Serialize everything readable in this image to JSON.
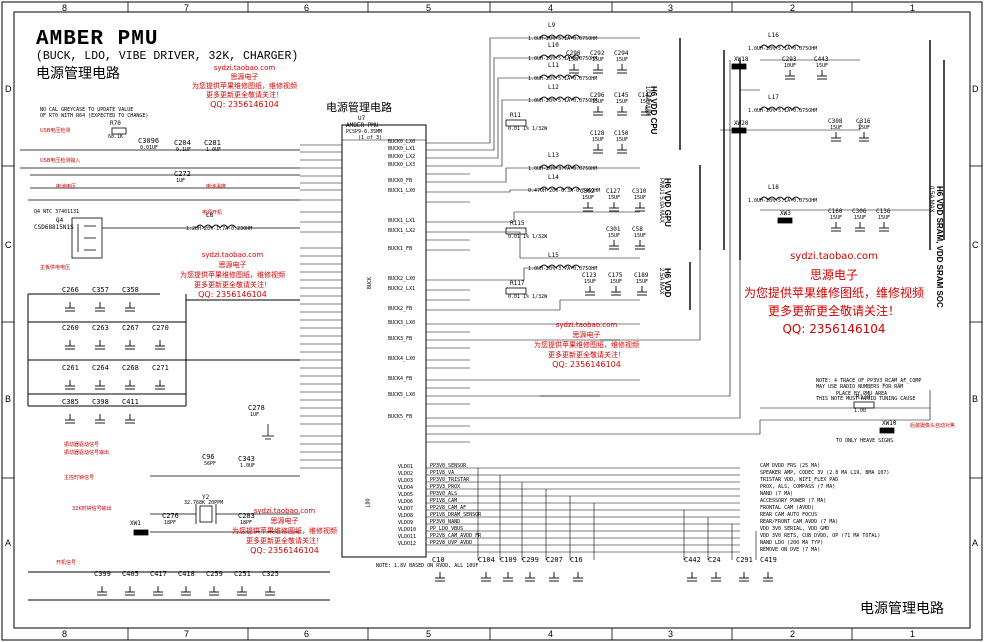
{
  "title": {
    "main": "AMBER PMU",
    "subtitle": "(BUCK, LDO, VIBE DRIVER, 32K, CHARGER)",
    "cn_label": "电源管理电路",
    "cn_footer": "电源管理电路",
    "chip_cn": "电源管理电路"
  },
  "grid": {
    "cols_top": [
      "8",
      "7",
      "6",
      "5",
      "4",
      "3",
      "2",
      "1"
    ],
    "cols_bottom": [
      "8",
      "7",
      "6",
      "5",
      "4",
      "3",
      "2",
      "1"
    ],
    "rows_left": [
      "D",
      "C",
      "B",
      "A"
    ],
    "rows_right": [
      "D",
      "C",
      "B",
      "A"
    ]
  },
  "chip": {
    "ref": "U7",
    "part": "AMBER-PMU",
    "pkg": "PCSP9-0.35MM",
    "sheet": "(1 of 3)",
    "side_buck": "BUCK",
    "side_ldo": "LDO"
  },
  "watermarks": [
    {
      "id": "wm1",
      "site": "sydzi.taobao.com",
      "name": "思源电子",
      "line1": "为您提供苹果维修图纸，维修视频",
      "line2": "更多更新更全敬请关注！",
      "qq": "QQ: 2356146104"
    },
    {
      "id": "wm2",
      "site": "sydzi.taobao.com",
      "name": "思源电子",
      "line1": "为您提供苹果维修图纸，维修视频",
      "line2": "更多更新更全敬请关注！",
      "qq": "QQ: 2356146104"
    },
    {
      "id": "wm3",
      "site": "sydzi.taobao.com",
      "name": "思源电子",
      "line1": "为您提供苹果维修图纸，维修视频",
      "line2": "更多更新更全敬请关注！",
      "qq": "QQ: 2356146104"
    },
    {
      "id": "wm4",
      "site": "sydzi.taobao.com",
      "name": "思源电子",
      "line1": "为您提供苹果维修图纸，维修视频",
      "line2": "更多更新更全敬请关注！",
      "qq": "QQ: 2356146104"
    },
    {
      "id": "wm5",
      "site": "sydzi.taobao.com",
      "name": "思源电子",
      "line1": "为您提供苹果维修图纸，维修视频",
      "line2": "更多更新更全敬请关注！",
      "qq": "QQ: 2356146104"
    }
  ],
  "rails": {
    "cpu": "H6 VDD CPU",
    "cpu_max": "10.8A MAX",
    "gpu": "H6 VDD GPU",
    "gpu_max": "PMU1 5.0A MAX",
    "vdd": "H6 VDD",
    "vdd_max": "2.5A MAX",
    "sram": "H6 VDD SRAM, VDD SRAM SOC",
    "sram_max": "0.5A MAX"
  },
  "inductors": [
    {
      "ref": "L9",
      "val": "1.0UH-20%-5.1A-0.075OHM"
    },
    {
      "ref": "L10",
      "val": "1.0UH-20%-5.1A-0.075OHM"
    },
    {
      "ref": "L11",
      "val": "1.0UH-20%-5.1A-0.075OHM"
    },
    {
      "ref": "L12",
      "val": "1.0UH-20%-5.1A-0.075OHM"
    },
    {
      "ref": "L13",
      "val": "1.0UH-20%-3.7A-0.075OHM"
    },
    {
      "ref": "L14",
      "val": "0.47UH-20%-6.3A-0.046OHM"
    },
    {
      "ref": "L15",
      "val": "1.0UH-20%-3.7A-0.075OHM"
    },
    {
      "ref": "L16",
      "val": "1.0UH-20%-5.1A-0.075OHM"
    },
    {
      "ref": "L17",
      "val": "1.0UH-20%-5.1A-0.075OHM"
    },
    {
      "ref": "L18",
      "val": "1.0UH-20%-5.1A-0.075OHM"
    },
    {
      "ref": "L8",
      "val": "1.2UH-20%-1.7A-0.23OHM"
    }
  ],
  "ferrites": [
    {
      "ref": "XW18"
    },
    {
      "ref": "XW20"
    },
    {
      "ref": "XW3"
    },
    {
      "ref": "XW1"
    },
    {
      "ref": "XW10"
    }
  ],
  "resistors": [
    {
      "ref": "R11",
      "val": "0.01 1% 1/32W"
    },
    {
      "ref": "R115",
      "val": "0.01 1% 1/32W"
    },
    {
      "ref": "R117",
      "val": "0.01 1% 1/32W"
    },
    {
      "ref": "R119",
      "val": "1.00"
    },
    {
      "ref": "R70",
      "val": "68.1K"
    }
  ],
  "q4": {
    "ref": "Q4",
    "part": "CSD68815N1S",
    "note": "Q4 NTC 37401131"
  },
  "y2": {
    "ref": "Y2",
    "val": "32.768K 20PPM"
  },
  "caps_right_top": [
    {
      "ref": "C290",
      "val": "15UF"
    },
    {
      "ref": "C292",
      "val": "15UF"
    },
    {
      "ref": "C294",
      "val": "15UF"
    },
    {
      "ref": "C293",
      "val": "10UF"
    },
    {
      "ref": "C443",
      "val": "15UF"
    },
    {
      "ref": "C296",
      "val": "15UF"
    },
    {
      "ref": "C145",
      "val": "15UF"
    },
    {
      "ref": "C142",
      "val": "15UF"
    },
    {
      "ref": "C128",
      "val": "15UF"
    },
    {
      "ref": "C150",
      "val": "15UF"
    },
    {
      "ref": "C308",
      "val": "15UF"
    },
    {
      "ref": "C316",
      "val": "15UF"
    }
  ],
  "caps_right_mid": [
    {
      "ref": "C302",
      "val": "15UF"
    },
    {
      "ref": "C127",
      "val": "15UF"
    },
    {
      "ref": "C310",
      "val": "15UF"
    },
    {
      "ref": "C301",
      "val": "15UF"
    },
    {
      "ref": "C58",
      "val": "15UF"
    },
    {
      "ref": "C123",
      "val": "15UF"
    },
    {
      "ref": "C175",
      "val": "15UF"
    },
    {
      "ref": "C189",
      "val": "15UF"
    },
    {
      "ref": "C160",
      "val": "15UF"
    },
    {
      "ref": "C306",
      "val": "15UF"
    },
    {
      "ref": "C136",
      "val": "15UF"
    }
  ],
  "caps_left_grid": [
    [
      "C266",
      "C357",
      "C358"
    ],
    [
      "C260",
      "C263",
      "C267",
      "C270"
    ],
    [
      "C261",
      "C264",
      "C268",
      "C271"
    ],
    [
      "C385",
      "C398",
      "C411"
    ]
  ],
  "caps_left_misc": [
    {
      "ref": "C3096",
      "val": "0.01UF"
    },
    {
      "ref": "C204",
      "val": "0.1UF"
    },
    {
      "ref": "C281",
      "val": "1.0UF"
    },
    {
      "ref": "C272",
      "val": "1UF"
    },
    {
      "ref": "C278",
      "val": "1UF"
    },
    {
      "ref": "C96",
      "val": "56PF"
    },
    {
      "ref": "C343",
      "val": "1.0UF"
    },
    {
      "ref": "C276",
      "val": "18PF"
    },
    {
      "ref": "C283",
      "val": "18PF"
    }
  ],
  "caps_bottom_left": [
    "C399",
    "C405",
    "C417",
    "C418",
    "C259",
    "C251",
    "C325"
  ],
  "caps_bottom_mid": [
    "C10",
    "C104",
    "C109",
    "C299",
    "C207",
    "C16"
  ],
  "caps_bottom_right": [
    "C442",
    "C24",
    "C291",
    "C419"
  ],
  "left_notes": [
    "NO CAL GREYCASE TO UPDATE VALUE",
    "OF R70 WITH R64 (EXPECTED TO CHANGE)",
    "USB电压检测",
    "USB电压检测输入",
    "电池电压",
    "电池温度",
    "电源开机",
    "振动器驱动信号",
    "振动器驱动信号输出",
    "主控时钟信号",
    "32K时钟信号输出",
    "主板供电电压",
    "开机信号"
  ],
  "buck_pins": [
    "BUCK0_LX0",
    "BUCK0_LX1",
    "BUCK0_LX2",
    "BUCK0_LX3",
    "BUCK0_FB",
    "BUCK1_LX0",
    "BUCK1_LX1",
    "BUCK1_LX2",
    "BUCK1_FB",
    "BUCK2_LX0",
    "BUCK2_LX1",
    "BUCK2_FB",
    "BUCK3_LX0",
    "BUCK3_FB",
    "BUCK4_LX0",
    "BUCK4_FB",
    "BUCK5_LX0",
    "BUCK5_FB"
  ],
  "ldo_pins": [
    "VLDO1",
    "VLDO2",
    "VLDO3",
    "VLDO4",
    "VLDO5",
    "VLDO6",
    "VLDO7",
    "VLDO8",
    "VLDO9",
    "VLDO10",
    "VLDO11",
    "VLDO12"
  ],
  "ldo_outputs": [
    "PP3V0_SENSOR",
    "PP1V8_VA",
    "PP3V0_TRISTAR",
    "PP3V3_PROX",
    "PP3V0_ALS",
    "PP1V8_CAM",
    "PP2V8_CAM_AF",
    "PP1V8_DRAM_SENSOR",
    "PP3V0_NAND",
    "PP_LDO_VBUS",
    "PP2V8_CAM_AVDD_FR",
    "PP2V8_UVP_AVDD"
  ],
  "ldo_notes": [
    "CAM DVDD FRS (25 MA)",
    "SPEAKER AMP, CODEC 3V (2.8 MA L19, BMA 107)",
    "TRISTAR VDD, WIFI_FLEX PAD",
    "PROX, ALS, COMPASS (7 MA)",
    "NAND (7 MA)",
    "ACCESSORY POWER (7 MA)",
    "FRONTAL CAM (AVDD)",
    "REAR CAM AUTO FOCUS",
    "REAR/FRONT CAM AVDD (7 MA)",
    "VDD 3V0 SERIAL, VDD_GMD",
    "VDD 3V0 RETS, CUB DVDD, OP (71 MA TOTAL)",
    "NAND LDO (200 MA TYP)",
    "REMOVE ON DVE (7 MA)"
  ],
  "right_notes": [
    "NOTE: 4 TRACE OF PP3V3_RCAM_AF_COMP",
    "MAY USE RADIO NUMBERS FOR RAM",
    "PLACE BY PMU AREA",
    "THIS NOTE MUST AVOID TUNING CAUSE",
    "TO ONLY HEAVE SIGNS",
    "后装摄像头自动对焦"
  ],
  "bottom_note": "NOTE: 1.8V BASED ON RVDD, ALL 10UF"
}
